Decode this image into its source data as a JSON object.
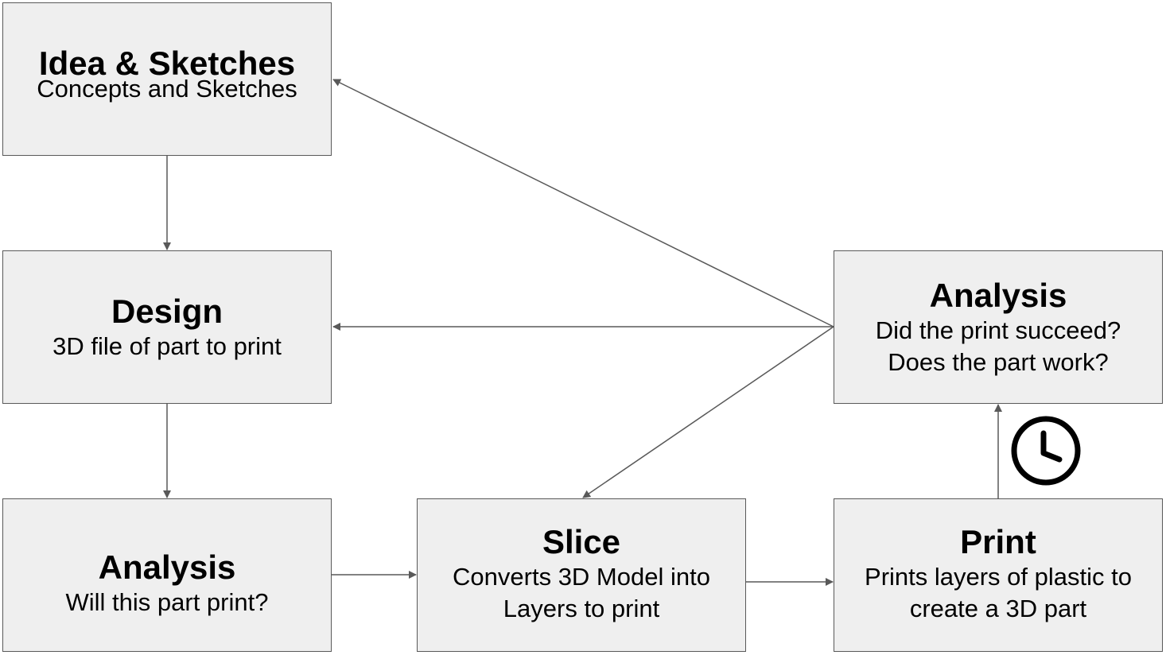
{
  "diagram": {
    "nodes": [
      {
        "id": "idea",
        "title": "Idea & Sketches",
        "desc": [
          "Concepts and Sketches"
        ]
      },
      {
        "id": "design",
        "title": "Design",
        "desc": [
          "3D file of part to print"
        ]
      },
      {
        "id": "analysis1",
        "title": "Analysis",
        "desc": [
          "Will this part print?"
        ]
      },
      {
        "id": "slice",
        "title": "Slice",
        "desc": [
          "Converts 3D Model into",
          "Layers to print"
        ]
      },
      {
        "id": "print",
        "title": "Print",
        "desc": [
          "Prints layers of plastic to",
          "create a 3D part"
        ]
      },
      {
        "id": "analysis2",
        "title": "Analysis",
        "desc": [
          "Did the print succeed?",
          "Does the part work?"
        ]
      }
    ],
    "edges": [
      {
        "from": "idea",
        "to": "design"
      },
      {
        "from": "design",
        "to": "analysis1"
      },
      {
        "from": "analysis1",
        "to": "slice"
      },
      {
        "from": "slice",
        "to": "print"
      },
      {
        "from": "print",
        "to": "analysis2"
      },
      {
        "from": "analysis2",
        "to": "idea"
      },
      {
        "from": "analysis2",
        "to": "design"
      },
      {
        "from": "analysis2",
        "to": "slice"
      }
    ],
    "icons": [
      {
        "name": "clock-icon"
      }
    ],
    "colors": {
      "box_fill": "#efefef",
      "box_border": "#595959",
      "arrow": "#595959",
      "text": "#000000"
    }
  }
}
